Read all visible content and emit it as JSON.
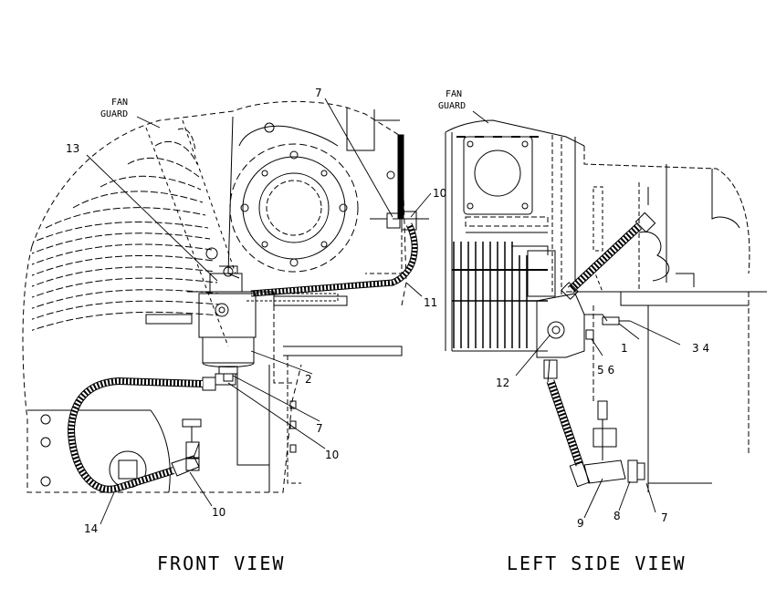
{
  "colors": {
    "ink": "#000000",
    "paper": "#ffffff"
  },
  "front_view": {
    "caption": "FRONT VIEW",
    "fan_guard_line1": "FAN",
    "fan_guard_line2": "GUARD",
    "callouts": {
      "c13": "13",
      "c7a": "7",
      "c10a": "10",
      "c11": "11",
      "c2": "2",
      "c7b": "7",
      "c10b": "10",
      "c10c": "10",
      "c14": "14"
    }
  },
  "left_side_view": {
    "caption": "LEFT SIDE VIEW",
    "fan_guard_line1": "FAN",
    "fan_guard_line2": "GUARD",
    "callouts": {
      "c1": "1",
      "c34": "3 4",
      "c56": "5 6",
      "c12": "12",
      "c9": "9",
      "c8": "8",
      "c7": "7"
    }
  }
}
